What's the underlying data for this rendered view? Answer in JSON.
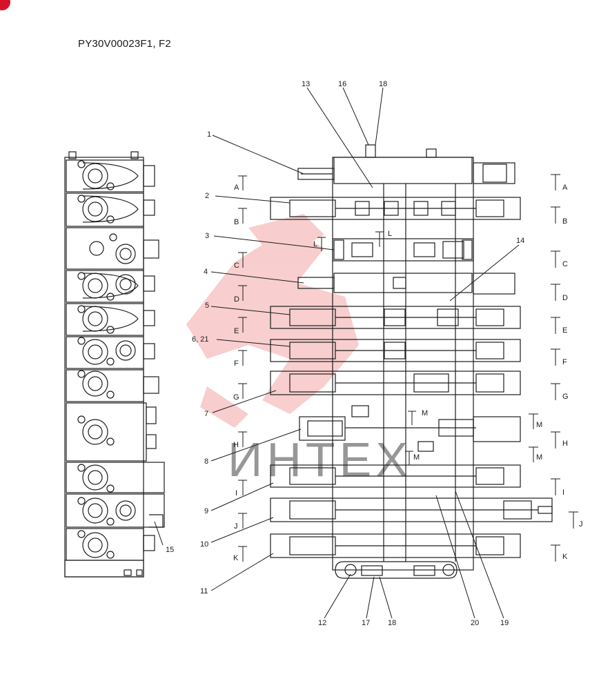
{
  "part_number": "PY30V00023F1, F2",
  "watermark": "ИНТЕХ",
  "colors": {
    "line": "#1a1a1a",
    "watermark_red": "#e84a4a",
    "watermark_grey": "#b8b8b8",
    "corner_mark": "#d4132a"
  },
  "callouts": {
    "c1": "1",
    "c2": "2",
    "c3": "3",
    "c4": "4",
    "c5": "5",
    "c6_21": "6, 21",
    "c7": "7",
    "c8": "8",
    "c9": "9",
    "c10": "10",
    "c11": "11",
    "c12": "12",
    "c13": "13",
    "c14": "14",
    "c15": "15",
    "c16": "16",
    "c17": "17",
    "c18_top": "18",
    "c18_bottom": "18",
    "c19": "19",
    "c20": "20"
  },
  "section_marks": {
    "left": [
      "A",
      "B",
      "C",
      "D",
      "E",
      "F",
      "G",
      "H",
      "I",
      "J",
      "K"
    ],
    "right": [
      "A",
      "B",
      "C",
      "D",
      "E",
      "F",
      "G",
      "M",
      "H",
      "M",
      "I",
      "J",
      "K"
    ],
    "inner_L": "L",
    "inner_M": "M"
  }
}
